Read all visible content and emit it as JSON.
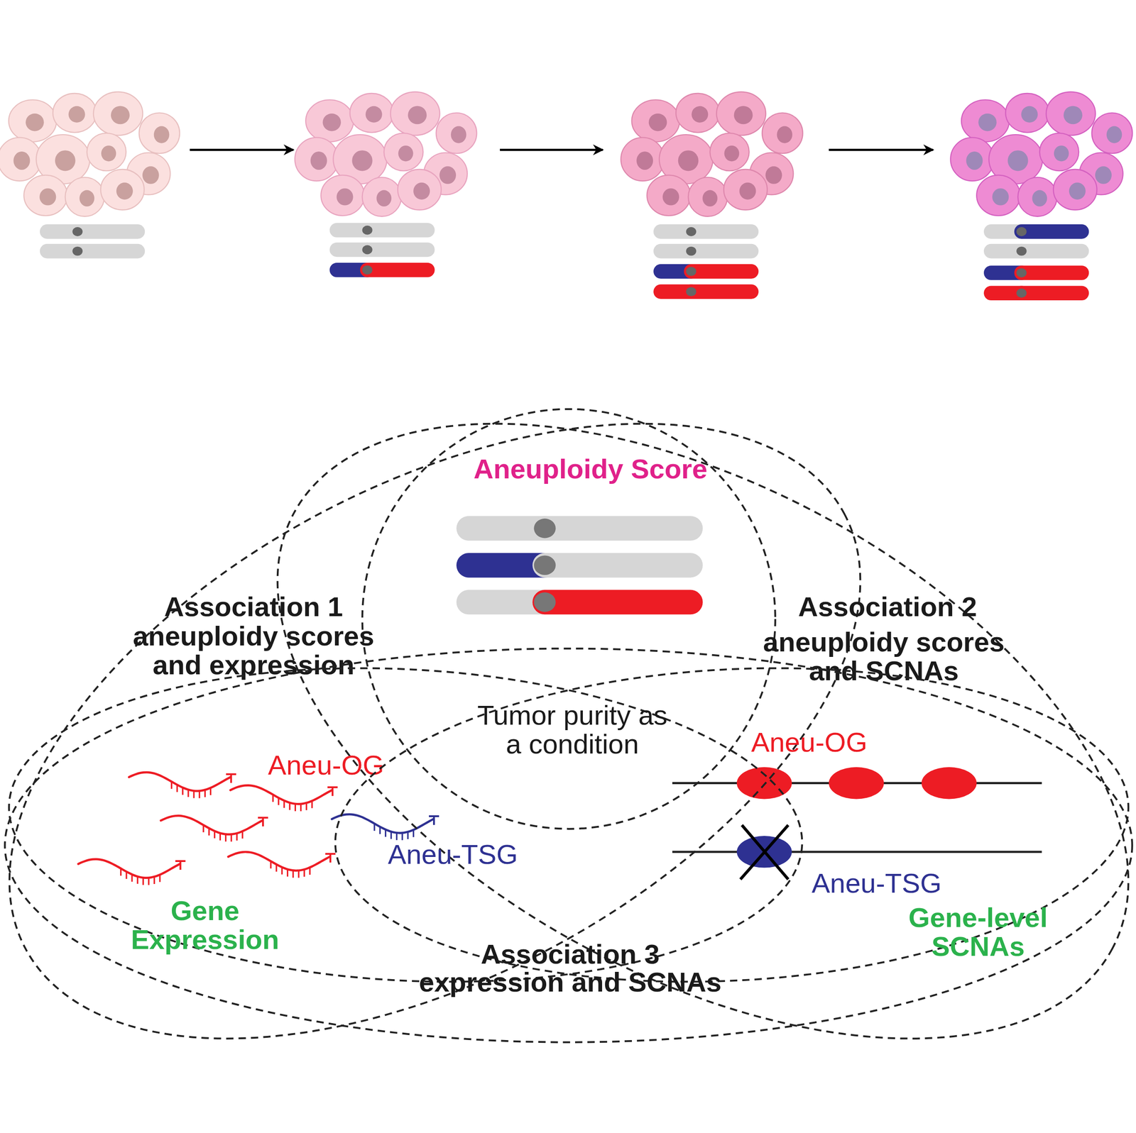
{
  "diagram": {
    "nodes": [
      {
        "text": [
          "Aneuploidy Score"
        ]
      },
      {
        "text": [
          "Association 1",
          "aneuploidy scores and expression"
        ]
      },
      {
        "text": [
          "Association 2",
          "aneuploidy scores and SCNAs"
        ]
      },
      {
        "text": [
          "Aneu-OG",
          "Aneu-TSG",
          "Gene Expression"
        ]
      },
      {
        "text": [
          "Aneu-OG",
          "Aneu-TSG",
          "Gene-level SCNAs"
        ]
      },
      {
        "text": [
          "Association 3",
          "expression and SCNAs"
        ]
      }
    ],
    "labels": [
      "Tumor purity as a condition"
    ]
  }
}
